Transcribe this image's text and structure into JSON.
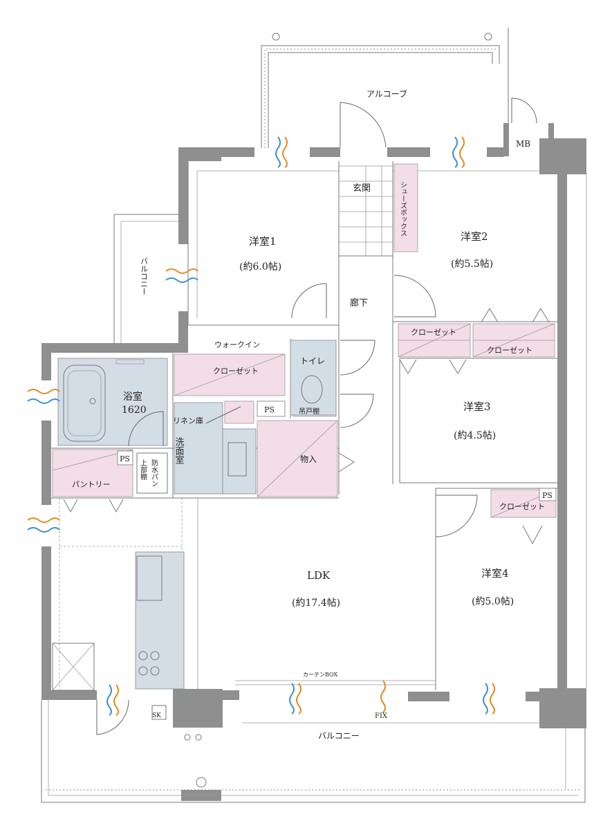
{
  "rooms": {
    "alcove": "アルコーブ",
    "mb": "MB",
    "genkan": "玄関",
    "shoes_box": "シューズボックス",
    "yoshitsu1_name": "洋室1",
    "yoshitsu1_size": "(約6.0帖)",
    "yoshitsu2_name": "洋室2",
    "yoshitsu2_size": "(約5.5帖)",
    "balcony_side": "バルコニー",
    "rouka": "廊下",
    "closet1": "クローゼット",
    "closet2": "クローゼット",
    "walkin_1": "ウォークイン",
    "walkin_2": "クローゼット",
    "toilet": "トイレ",
    "yokushitsu_name": "浴室",
    "yokushitsu_size": "1620",
    "ps1": "PS",
    "ps2": "PS",
    "ps3": "PS",
    "linen": "リネン庫",
    "senmen": "洗面室",
    "tsuritana": "吊戸棚",
    "monoire": "物入",
    "yoshitsu3_name": "洋室3",
    "yoshitsu3_size": "(約4.5帖)",
    "pantry": "パントリー",
    "bousui_1": "防水パン",
    "bousui_2": "上部棚",
    "closet3": "クローゼット",
    "ldk_name": "LDK",
    "ldk_size": "(約17.4帖)",
    "yoshitsu4_name": "洋室4",
    "yoshitsu4_size": "(約5.0帖)",
    "curtain_box": "カーテンBOX",
    "fix": "FIX",
    "sk": "SK",
    "balcony_main": "バルコニー"
  },
  "colors": {
    "wall": "#8f8f8f",
    "storage_pink": "#f3dde6",
    "wet_area_blue": "#d3dde6",
    "ventilation_orange": "#e8891e",
    "ventilation_blue": "#3b8fd9"
  }
}
